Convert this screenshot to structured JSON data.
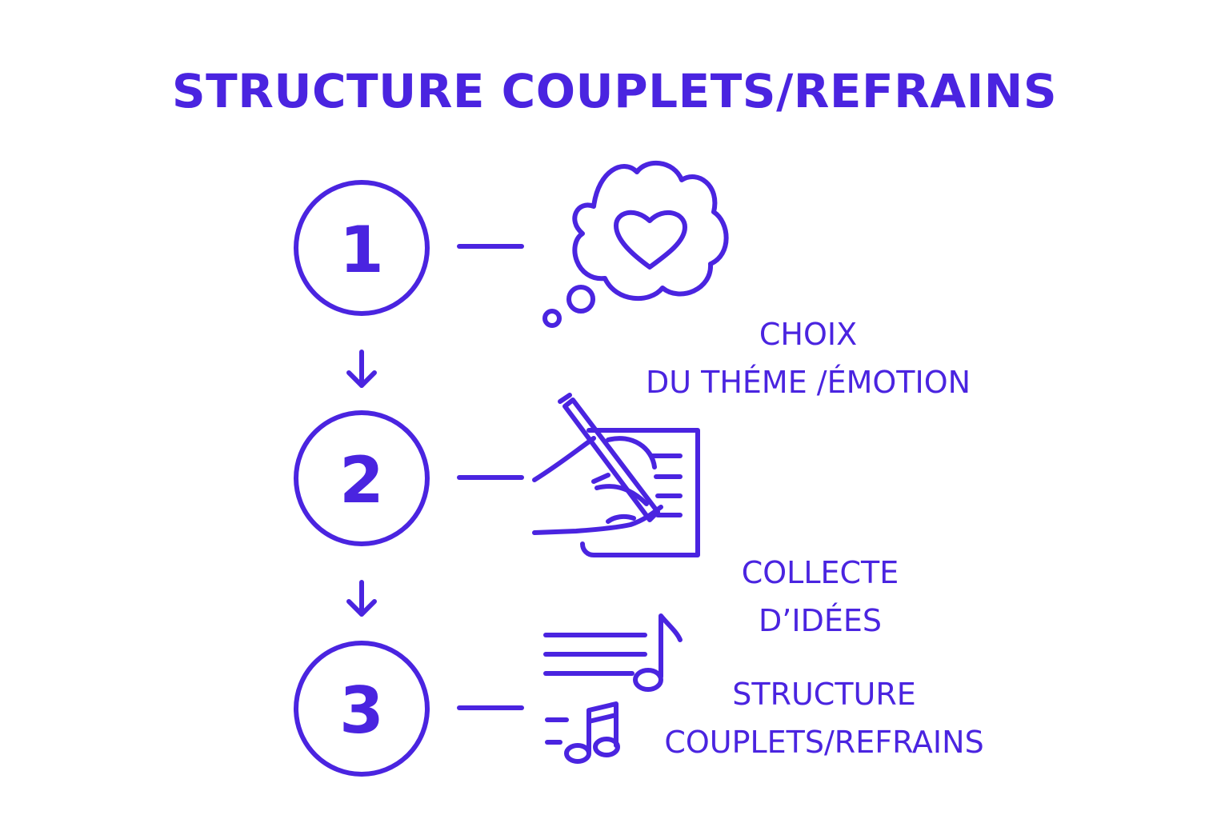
{
  "accent": "#4a24e0",
  "title": "STRUCTURE COUPLETS/REFRAINS",
  "steps": [
    {
      "number": "1",
      "icon": "thought-heart-icon",
      "label_lines": [
        "CHOIX",
        "DU THÉME /ÉMOTION"
      ]
    },
    {
      "number": "2",
      "icon": "writing-hand-icon",
      "label_lines": [
        "COLLECTE",
        "D’IDÉES"
      ]
    },
    {
      "number": "3",
      "icon": "music-lines-icon",
      "label_lines": [
        "STRUCTURE",
        "COUPLETS/REFRAINS"
      ]
    }
  ]
}
